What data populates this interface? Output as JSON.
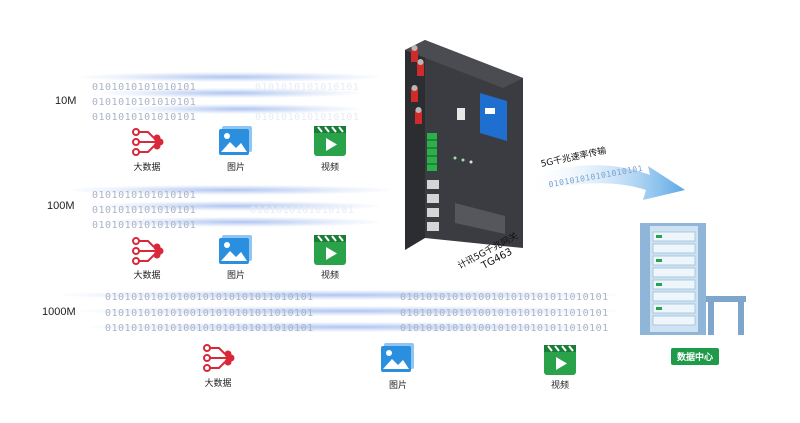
{
  "speeds": {
    "row1": "10M",
    "row2": "100M",
    "row3": "1000M"
  },
  "binary": {
    "short": "0101010101010101",
    "long": "01010101010100101010101011010101"
  },
  "labels": {
    "big_data": "大数据",
    "picture": "图片",
    "video": "视频"
  },
  "gateway": {
    "name": "计讯5G千兆网关",
    "model": "TG463"
  },
  "transmission": {
    "label": "5G千兆速率传输",
    "binary": "010101010101010101"
  },
  "data_center": {
    "label": "数据中心"
  },
  "colors": {
    "big_data_red": "#d8283a",
    "picture_blue": "#2b8fe0",
    "video_green": "#2aa24a",
    "dc_green": "#1f9a49",
    "arrow_blue": "#5aa7e6"
  }
}
